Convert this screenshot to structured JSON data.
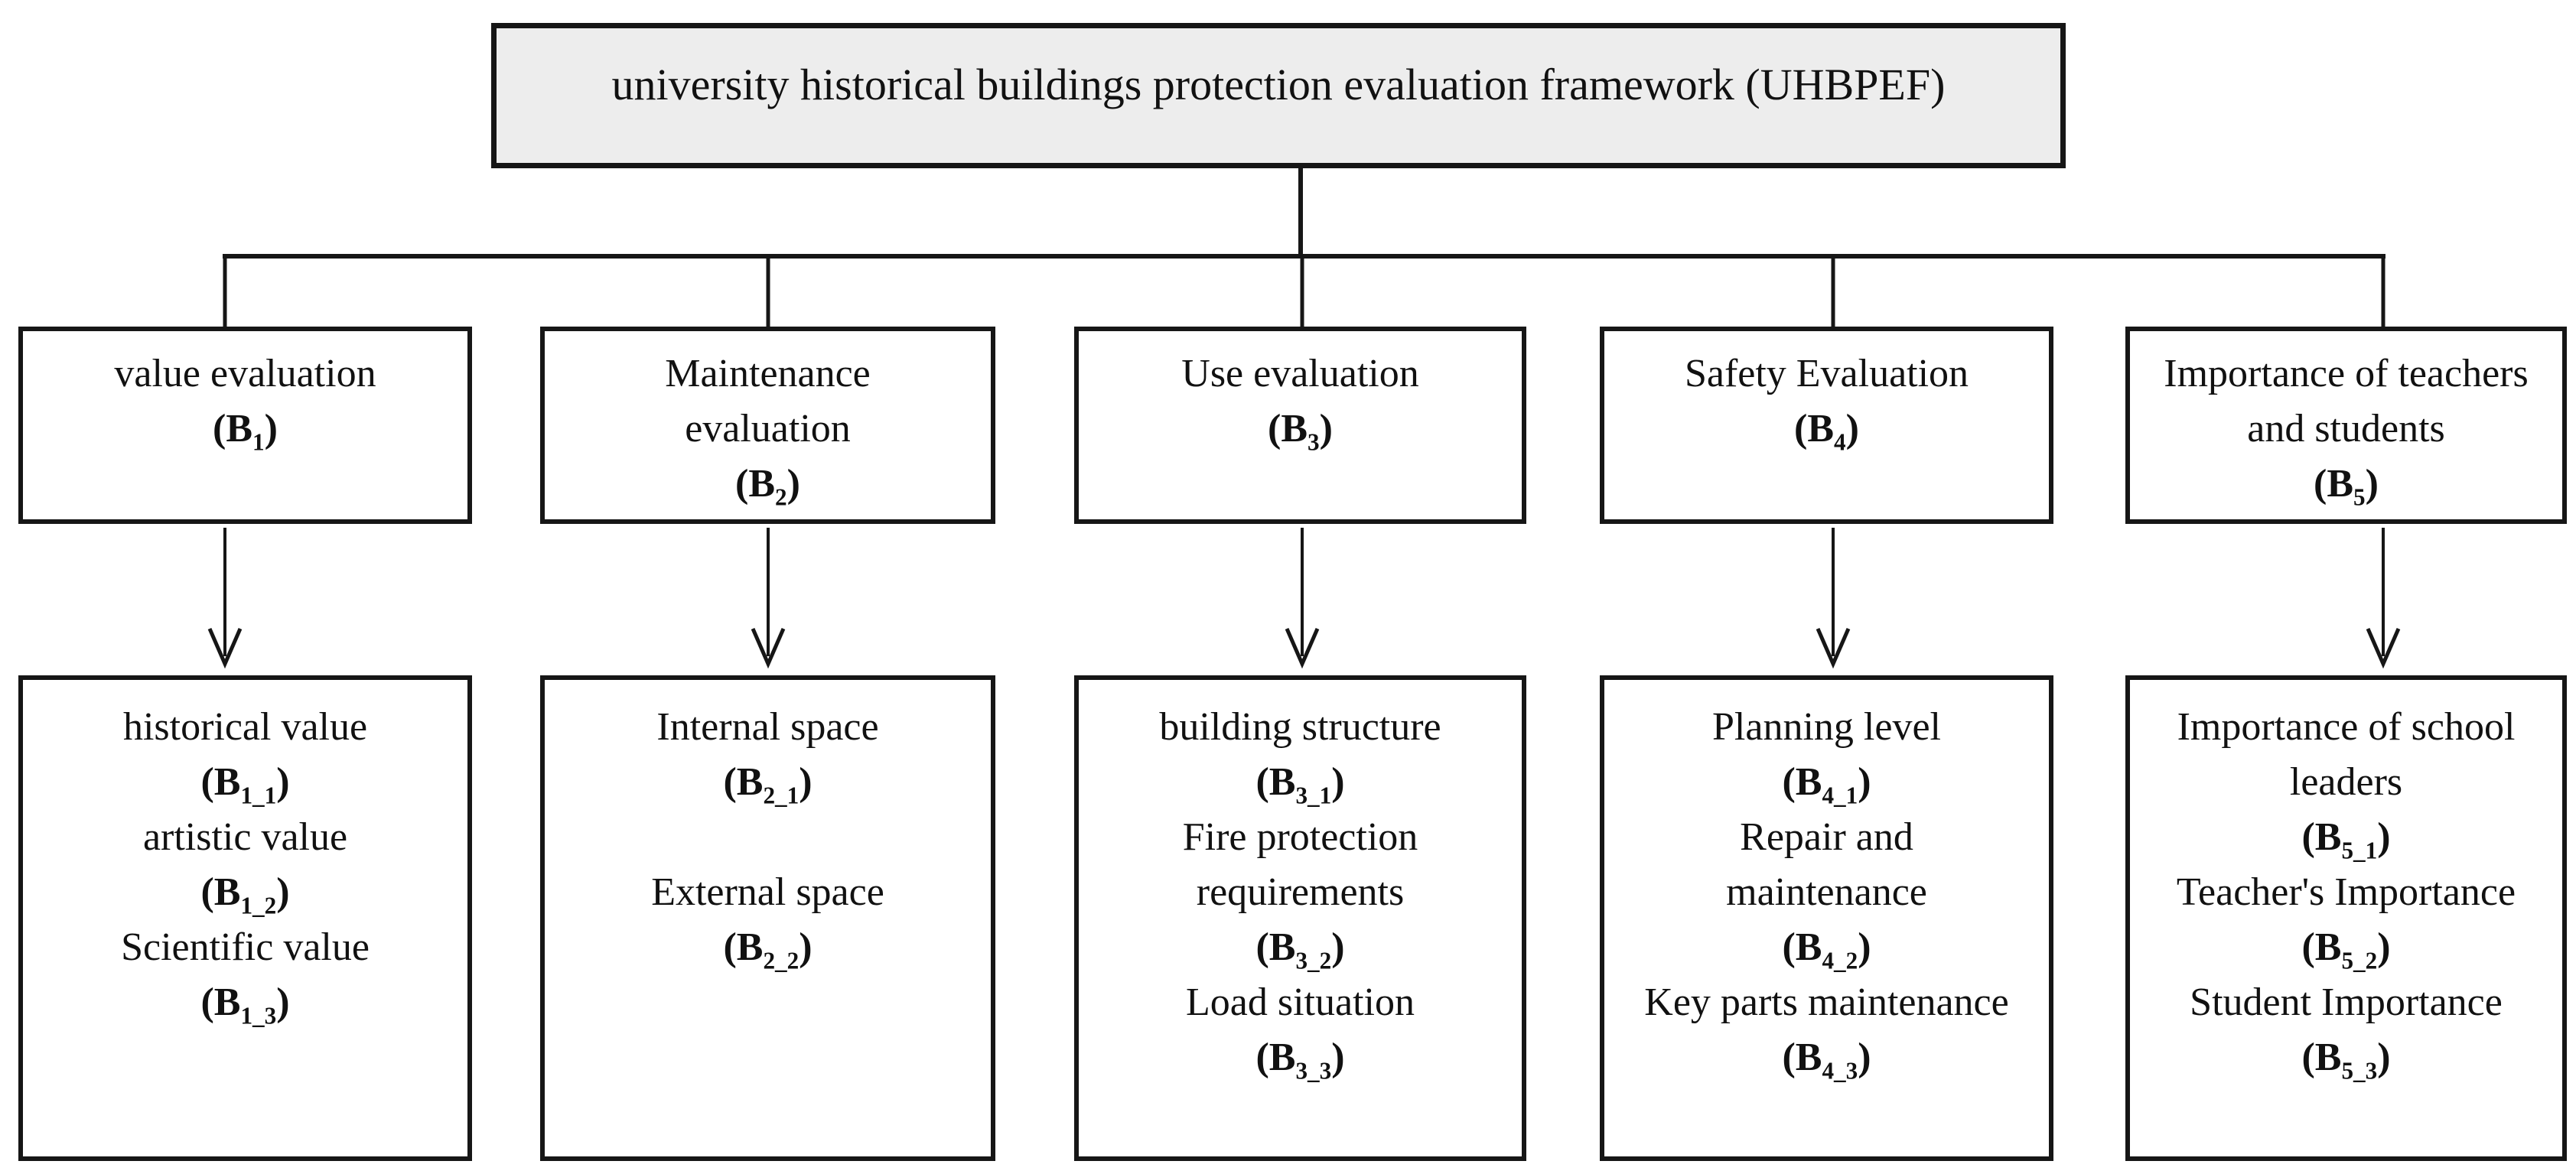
{
  "diagram": {
    "title": {
      "label": "university historical buildings protection evaluation framework (UHBPEF)"
    },
    "code_prefix": "B",
    "branches": [
      {
        "code_sub": "1",
        "name_lines": [
          "value evaluation"
        ],
        "children": [
          {
            "code_sub": "1_1",
            "name_lines": [
              "historical value"
            ]
          },
          {
            "code_sub": "1_2",
            "name_lines": [
              "artistic value"
            ]
          },
          {
            "code_sub": "1_3",
            "name_lines": [
              "Scientific value"
            ]
          }
        ]
      },
      {
        "code_sub": "2",
        "name_lines": [
          "Maintenance",
          "evaluation"
        ],
        "children": [
          {
            "code_sub": "2_1",
            "name_lines": [
              "Internal space"
            ],
            "gap_after": true
          },
          {
            "code_sub": "2_2",
            "name_lines": [
              "External space"
            ]
          }
        ]
      },
      {
        "code_sub": "3",
        "name_lines": [
          "Use evaluation"
        ],
        "children": [
          {
            "code_sub": "3_1",
            "name_lines": [
              "building structure"
            ]
          },
          {
            "code_sub": "3_2",
            "name_lines": [
              "Fire protection",
              "requirements"
            ]
          },
          {
            "code_sub": "3_3",
            "name_lines": [
              "Load situation"
            ]
          }
        ]
      },
      {
        "code_sub": "4",
        "name_lines": [
          "Safety Evaluation"
        ],
        "children": [
          {
            "code_sub": "4_1",
            "name_lines": [
              "Planning level"
            ]
          },
          {
            "code_sub": "4_2",
            "name_lines": [
              "Repair and",
              "maintenance"
            ]
          },
          {
            "code_sub": "4_3",
            "name_lines": [
              "Key parts maintenance"
            ]
          }
        ]
      },
      {
        "code_sub": "5",
        "name_lines": [
          "Importance of teachers",
          "and students"
        ],
        "children": [
          {
            "code_sub": "5_1",
            "name_lines": [
              "Importance of school",
              "leaders"
            ]
          },
          {
            "code_sub": "5_2",
            "name_lines": [
              "Teacher's Importance"
            ]
          },
          {
            "code_sub": "5_3",
            "name_lines": [
              "Student Importance"
            ]
          }
        ]
      }
    ],
    "colors": {
      "root_fill": "#ededed",
      "node_fill": "#ffffff",
      "line": "#161616",
      "text": "#111111"
    }
  }
}
